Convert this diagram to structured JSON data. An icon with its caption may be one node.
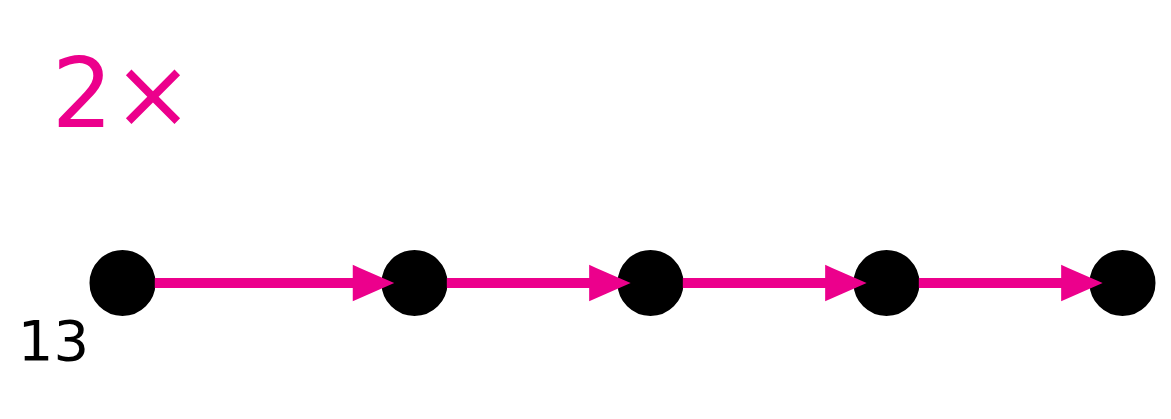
{
  "diagram": {
    "nodes": [
      {
        "text": [],
        "shape": "circle",
        "beside": [
          "13"
        ]
      },
      {
        "text": [],
        "shape": "circle"
      },
      {
        "text": [],
        "shape": "circle"
      },
      {
        "text": [],
        "shape": "circle"
      },
      {
        "text": [],
        "shape": "circle"
      }
    ],
    "edges": [
      {
        "from": 0,
        "to": 1,
        "arrow": "to"
      },
      {
        "from": 1,
        "to": 2,
        "arrow": "to"
      },
      {
        "from": 2,
        "to": 3,
        "arrow": "to"
      },
      {
        "from": 3,
        "to": 4,
        "arrow": "to"
      }
    ],
    "labels": [
      "2×"
    ]
  }
}
